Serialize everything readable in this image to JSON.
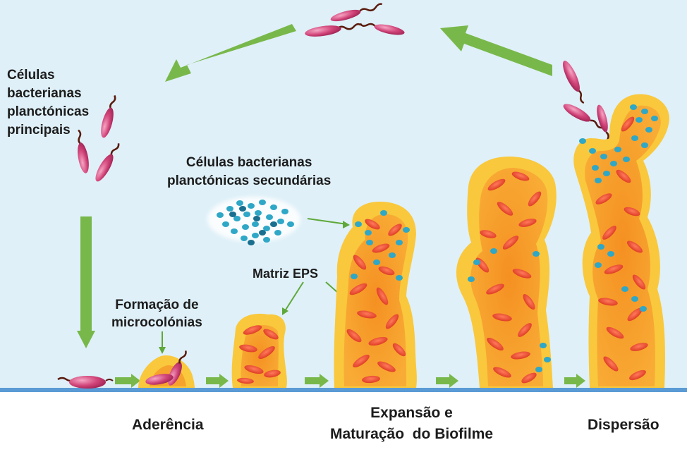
{
  "labels": {
    "planktonic_primary": [
      "Células",
      "bacterianas",
      "planctónicas",
      "principais"
    ],
    "planktonic_secondary": [
      "Células bacterianas",
      "planctónicas secundárias"
    ],
    "eps_matrix": "Matriz EPS",
    "microcolony": [
      "Formação de",
      "microcolónias"
    ]
  },
  "stages": {
    "adherence": "Aderência",
    "expansion": [
      "Expansão e",
      "Maturação  do Biofilme"
    ],
    "dispersion": "Dispersão"
  },
  "colors": {
    "background": "#dff0f8",
    "substrate": "#5b9bd5",
    "arrow": "#78b84a",
    "bacterium": "#d1457a",
    "flagellum": "#5a1a0c",
    "matrix_outer": "#f9c83c",
    "matrix_inner": "#f59a2a",
    "cell_red": "#e63e2a",
    "cell_blue": "#2fa7c7"
  }
}
